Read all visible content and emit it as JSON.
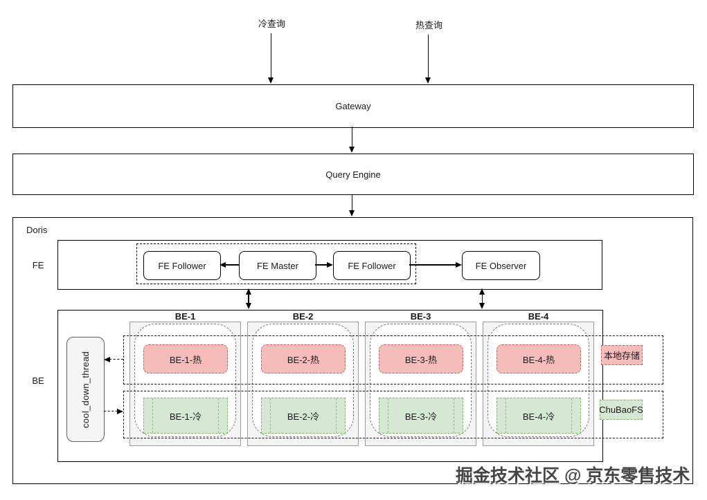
{
  "queries": {
    "cold": "冷查询",
    "hot": "热查询"
  },
  "layers": {
    "gateway": "Gateway",
    "query_engine": "Query Engine"
  },
  "doris": {
    "label": "Doris",
    "fe": {
      "label": "FE",
      "nodes": [
        {
          "label": "FE Follower"
        },
        {
          "label": "FE Master"
        },
        {
          "label": "FE Follower"
        },
        {
          "label": "FE Observer"
        }
      ]
    },
    "be": {
      "label": "BE",
      "cool_down_thread": "cool_down_thread",
      "nodes": [
        {
          "name": "BE-1",
          "hot": "BE-1-热",
          "cold": "BE-1-冷"
        },
        {
          "name": "BE-2",
          "hot": "BE-2-热",
          "cold": "BE-2-冷"
        },
        {
          "name": "BE-3",
          "hot": "BE-3-热",
          "cold": "BE-3-冷"
        },
        {
          "name": "BE-4",
          "hot": "BE-4-热",
          "cold": "BE-4-冷"
        }
      ],
      "storage": {
        "hot_tier": "本地存储",
        "cold_tier": "ChuBaoFS"
      }
    }
  },
  "watermark": "掘金技术社区 @ 京东零售技术",
  "colors": {
    "hot_fill": "#f5bcba",
    "hot_border": "#bb6360",
    "cold_fill": "#d5e8d4",
    "cold_border": "#82b366",
    "node_fill": "#f4f4f4",
    "gray_fill": "#f5f5f5",
    "line": "#000000"
  }
}
